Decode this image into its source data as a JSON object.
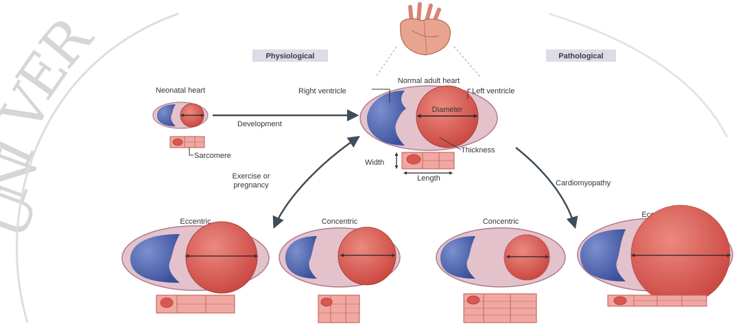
{
  "watermark": {
    "letters": [
      "U",
      "N",
      "I",
      "V",
      "E",
      "R"
    ]
  },
  "headers": {
    "physiological": "Physiological",
    "pathological": "Pathological"
  },
  "labels": {
    "normal_adult_heart": "Normal adult heart",
    "right_ventricle": "Right ventricle",
    "left_ventricle": "Left ventricle",
    "diameter": "Diameter",
    "neonatal_heart": "Neonatal heart",
    "development": "Development",
    "sarcomere": "Sarcomere",
    "thickness": "Thickness",
    "width": "Width",
    "length": "Length",
    "exercise_line1": "Exercise or",
    "exercise_line2": "pregnancy",
    "cardiomyopathy": "Cardiomyopathy"
  },
  "bottom_hearts": [
    {
      "label": "Eccentric"
    },
    {
      "label": "Concentric"
    },
    {
      "label": "Concentric"
    },
    {
      "label": "Eccentric"
    }
  ],
  "colors": {
    "outer_fill": "#e3c2cc",
    "outer_stroke": "#b07a8a",
    "right_ventricle": "#4a63ad",
    "left_ventricle": "#d9574f",
    "sarcomere": "#f0a8a2",
    "arrow": "#3f4d58",
    "header_bg": "#dcdce6"
  }
}
